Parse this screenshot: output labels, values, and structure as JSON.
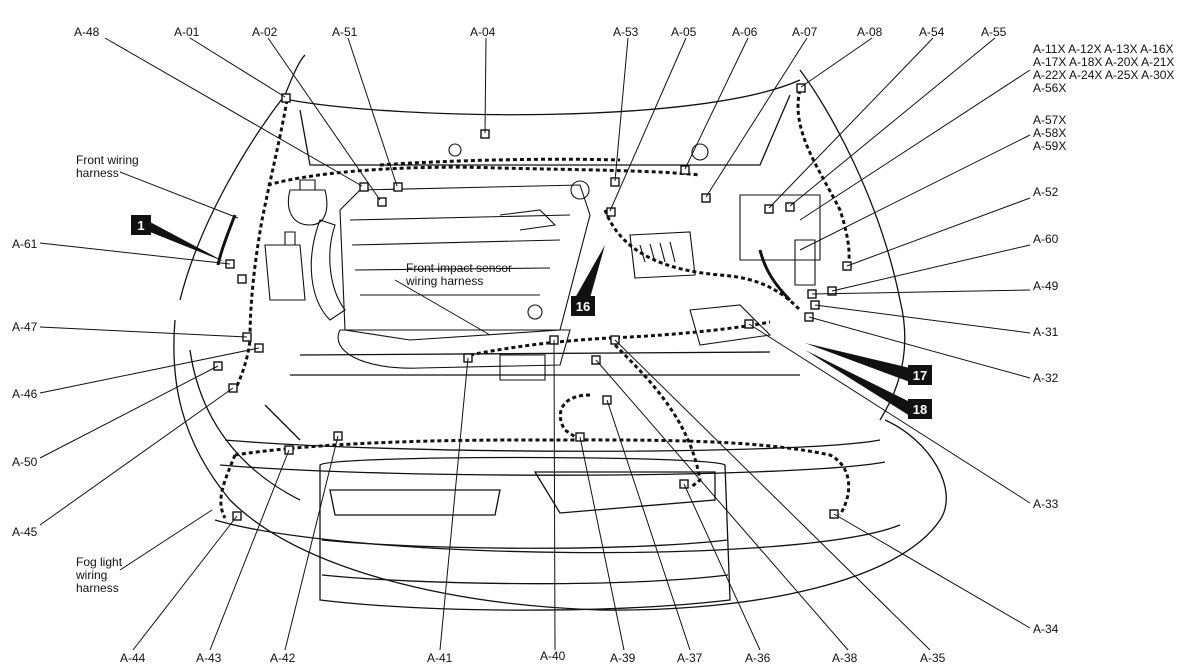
{
  "connector_labels": {
    "a48": "A-48",
    "a01": "A-01",
    "a02": "A-02",
    "a51": "A-51",
    "a04": "A-04",
    "a53": "A-53",
    "a05": "A-05",
    "a06": "A-06",
    "a07": "A-07",
    "a08": "A-08",
    "a54": "A-54",
    "a55": "A-55",
    "a57x": "A-57X",
    "a58x": "A-58X",
    "a59x": "A-59X",
    "a52": "A-52",
    "a60": "A-60",
    "a49": "A-49",
    "a31": "A-31",
    "a32": "A-32",
    "a33": "A-33",
    "a34": "A-34",
    "a35": "A-35",
    "a38": "A-38",
    "a36": "A-36",
    "a37": "A-37",
    "a39": "A-39",
    "a40": "A-40",
    "a41": "A-41",
    "a42": "A-42",
    "a43": "A-43",
    "a44": "A-44",
    "a45": "A-45",
    "a50": "A-50",
    "a46": "A-46",
    "a47": "A-47",
    "a61": "A-61"
  },
  "x_group": {
    "line1": "A-11X A-12X A-13X A-16X",
    "line2": "A-17X A-18X A-20X A-21X",
    "line3": "A-22X A-24X A-25X A-30X",
    "line4": "A-56X"
  },
  "harness_labels": {
    "front_line1": "Front wiring",
    "front_line2": "harness",
    "impact_line1": "Front impact sensor",
    "impact_line2": "wiring harness",
    "fog_line1": "Fog light",
    "fog_line2": "wiring",
    "fog_line3": "harness"
  },
  "callouts": {
    "c1": "1",
    "c16": "16",
    "c17": "17",
    "c18": "18"
  },
  "colors": {
    "ink": "#111111",
    "callout_bg": "#111111",
    "paper": "#ffffff"
  }
}
